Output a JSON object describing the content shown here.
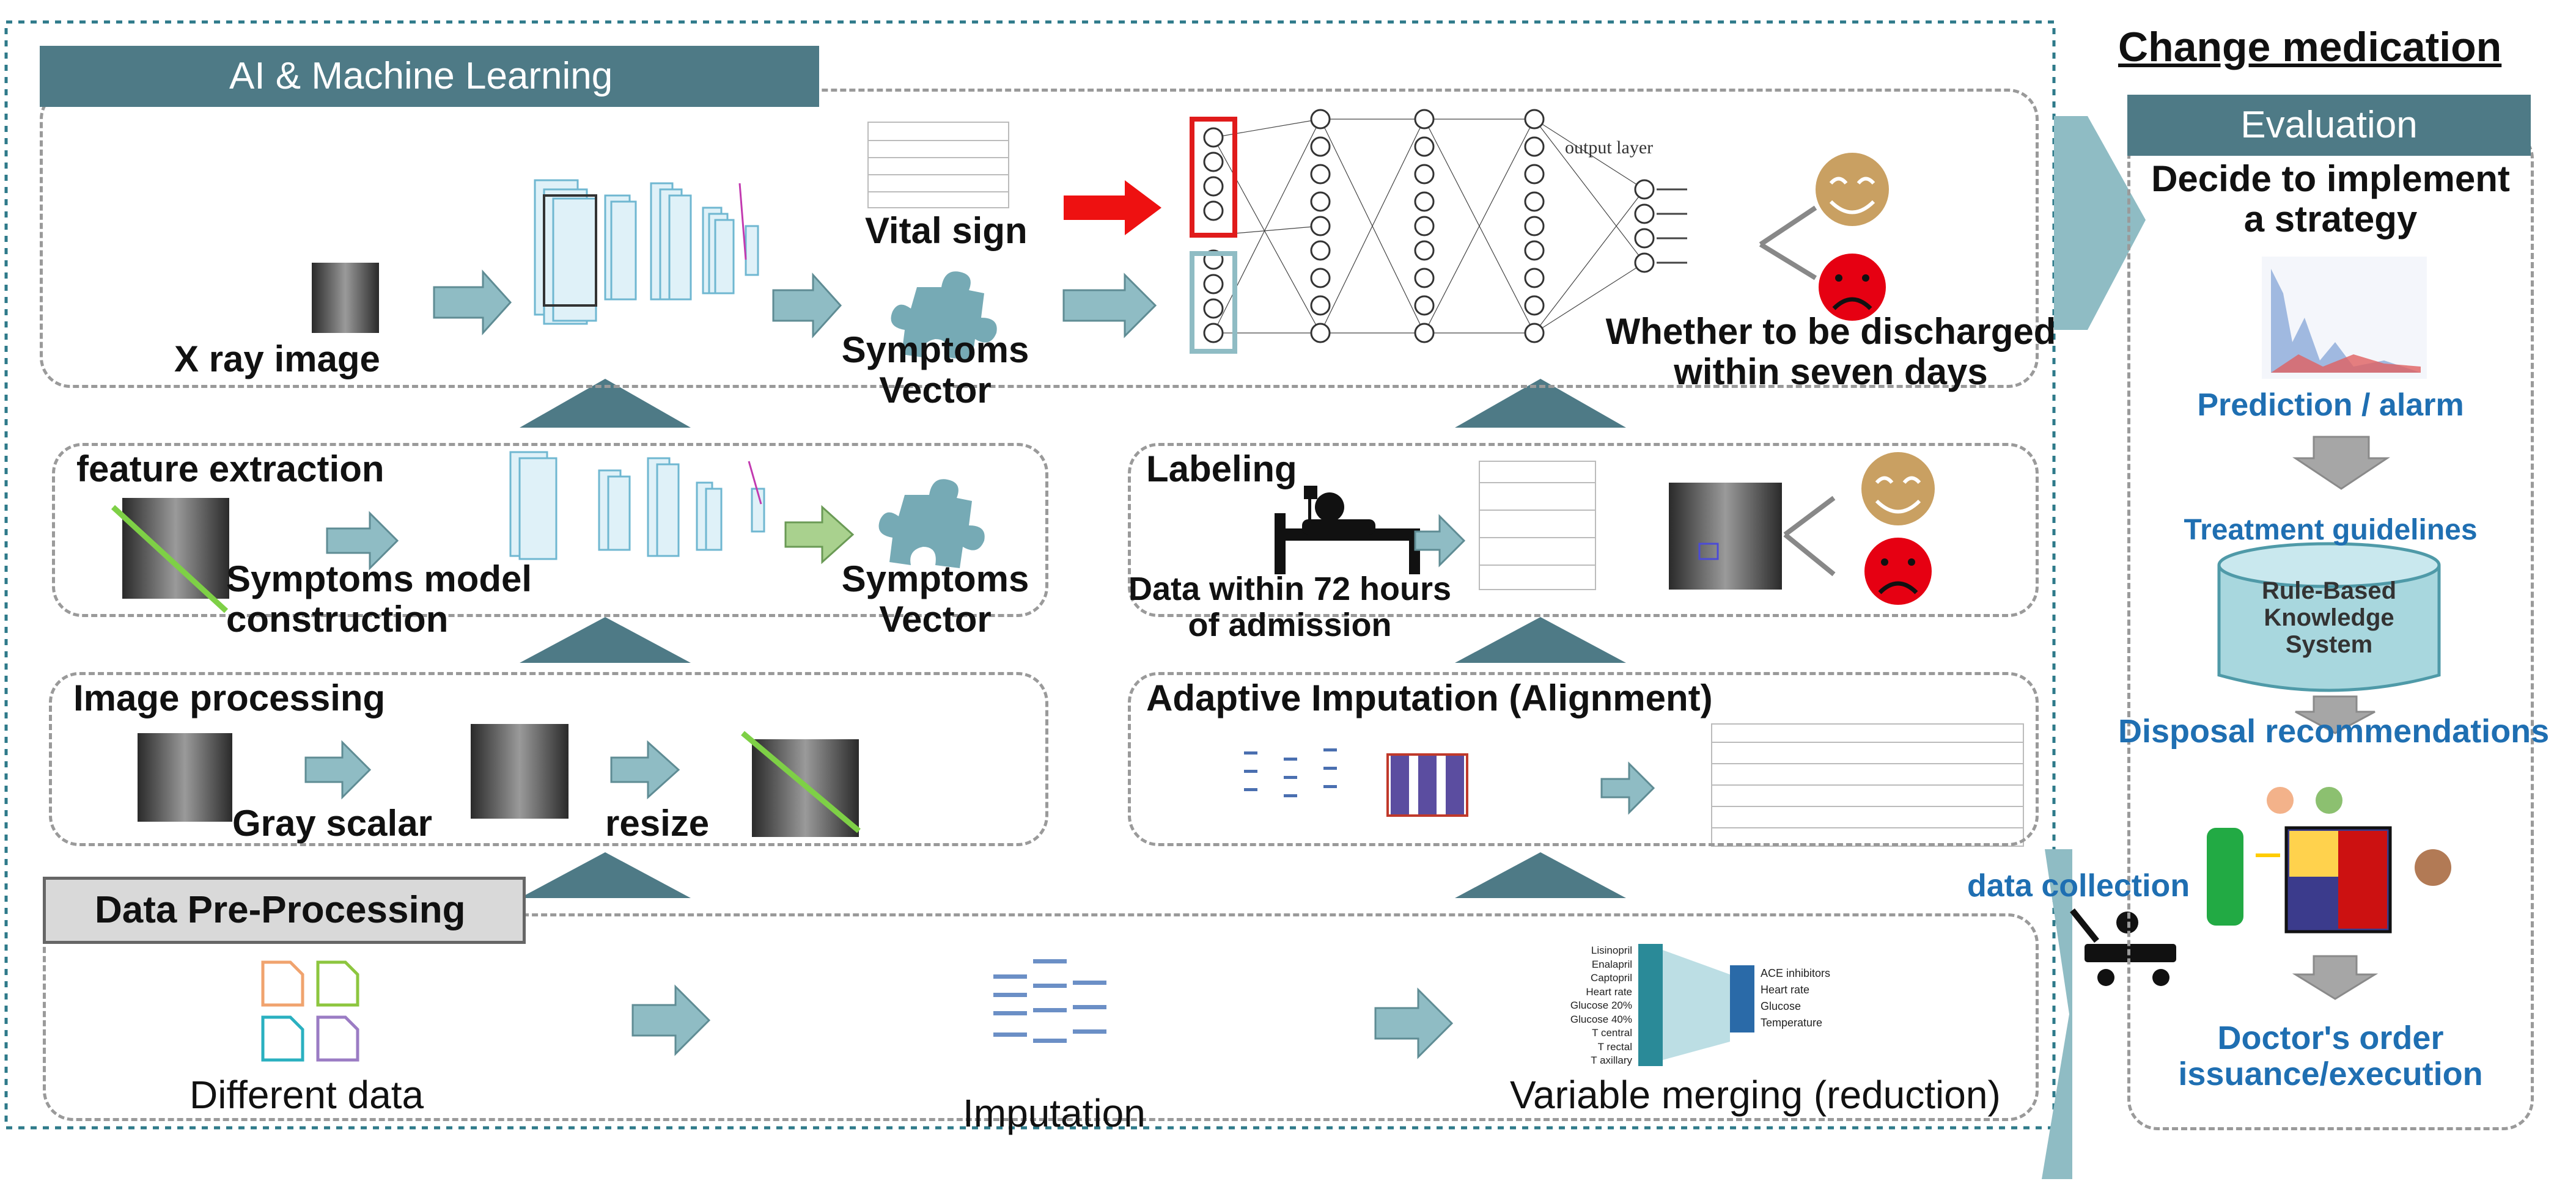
{
  "header": {
    "change_medication": "Change medication",
    "evaluation": "Evaluation"
  },
  "ai": {
    "title": "AI & Machine Learning",
    "xray_label": "X ray image",
    "vital_sign": "Vital sign",
    "symptoms_vector_1": "Symptoms",
    "symptoms_vector_2": "Vector",
    "discharge_1": "Whether to be discharged",
    "discharge_2": "within seven days",
    "output_layer": "output layer"
  },
  "feature": {
    "title": "feature extraction",
    "model_1": "Symptoms model",
    "model_2": "construction",
    "vec_1": "Symptoms",
    "vec_2": "Vector"
  },
  "labeling": {
    "title": "Labeling",
    "data_1": "Data within 72 hours",
    "data_2": "of admission"
  },
  "image_proc": {
    "title": "Image processing",
    "gray": "Gray scalar",
    "resize": "resize"
  },
  "imputation_adaptive": {
    "title": "Adaptive Imputation (Alignment)"
  },
  "preprocess": {
    "title": "Data Pre-Processing",
    "different_data": "Different data",
    "imputation": "Imputation",
    "merging": "Variable merging (reduction)",
    "merge_left": [
      "Lisinopril",
      "Enalapril",
      "Captopril",
      "Heart rate",
      "Glucose 20%",
      "Glucose 40%",
      "T central",
      "T rectal",
      "T axillary"
    ],
    "merge_right": [
      "ACE inhibitors",
      "Heart rate",
      "Glucose",
      "Temperature"
    ]
  },
  "evaluation": {
    "decide_1": "Decide to implement",
    "decide_2": "a strategy",
    "prediction": "Prediction / alarm",
    "treatment": "Treatment guidelines",
    "kb_1": "Rule-Based",
    "kb_2": "Knowledge",
    "kb_3": "System",
    "disposal": "Disposal recommendations",
    "data_collection": "data collection",
    "doctor_1": "Doctor's order",
    "doctor_2": "issuance/execution"
  },
  "colors": {
    "bar": "#4e7a86",
    "arrow": "#8fbcc4",
    "label_blue": "#1f6fb2",
    "happy": "#c9a062",
    "sad": "#e60012",
    "red_arrow": "#ee1111"
  }
}
